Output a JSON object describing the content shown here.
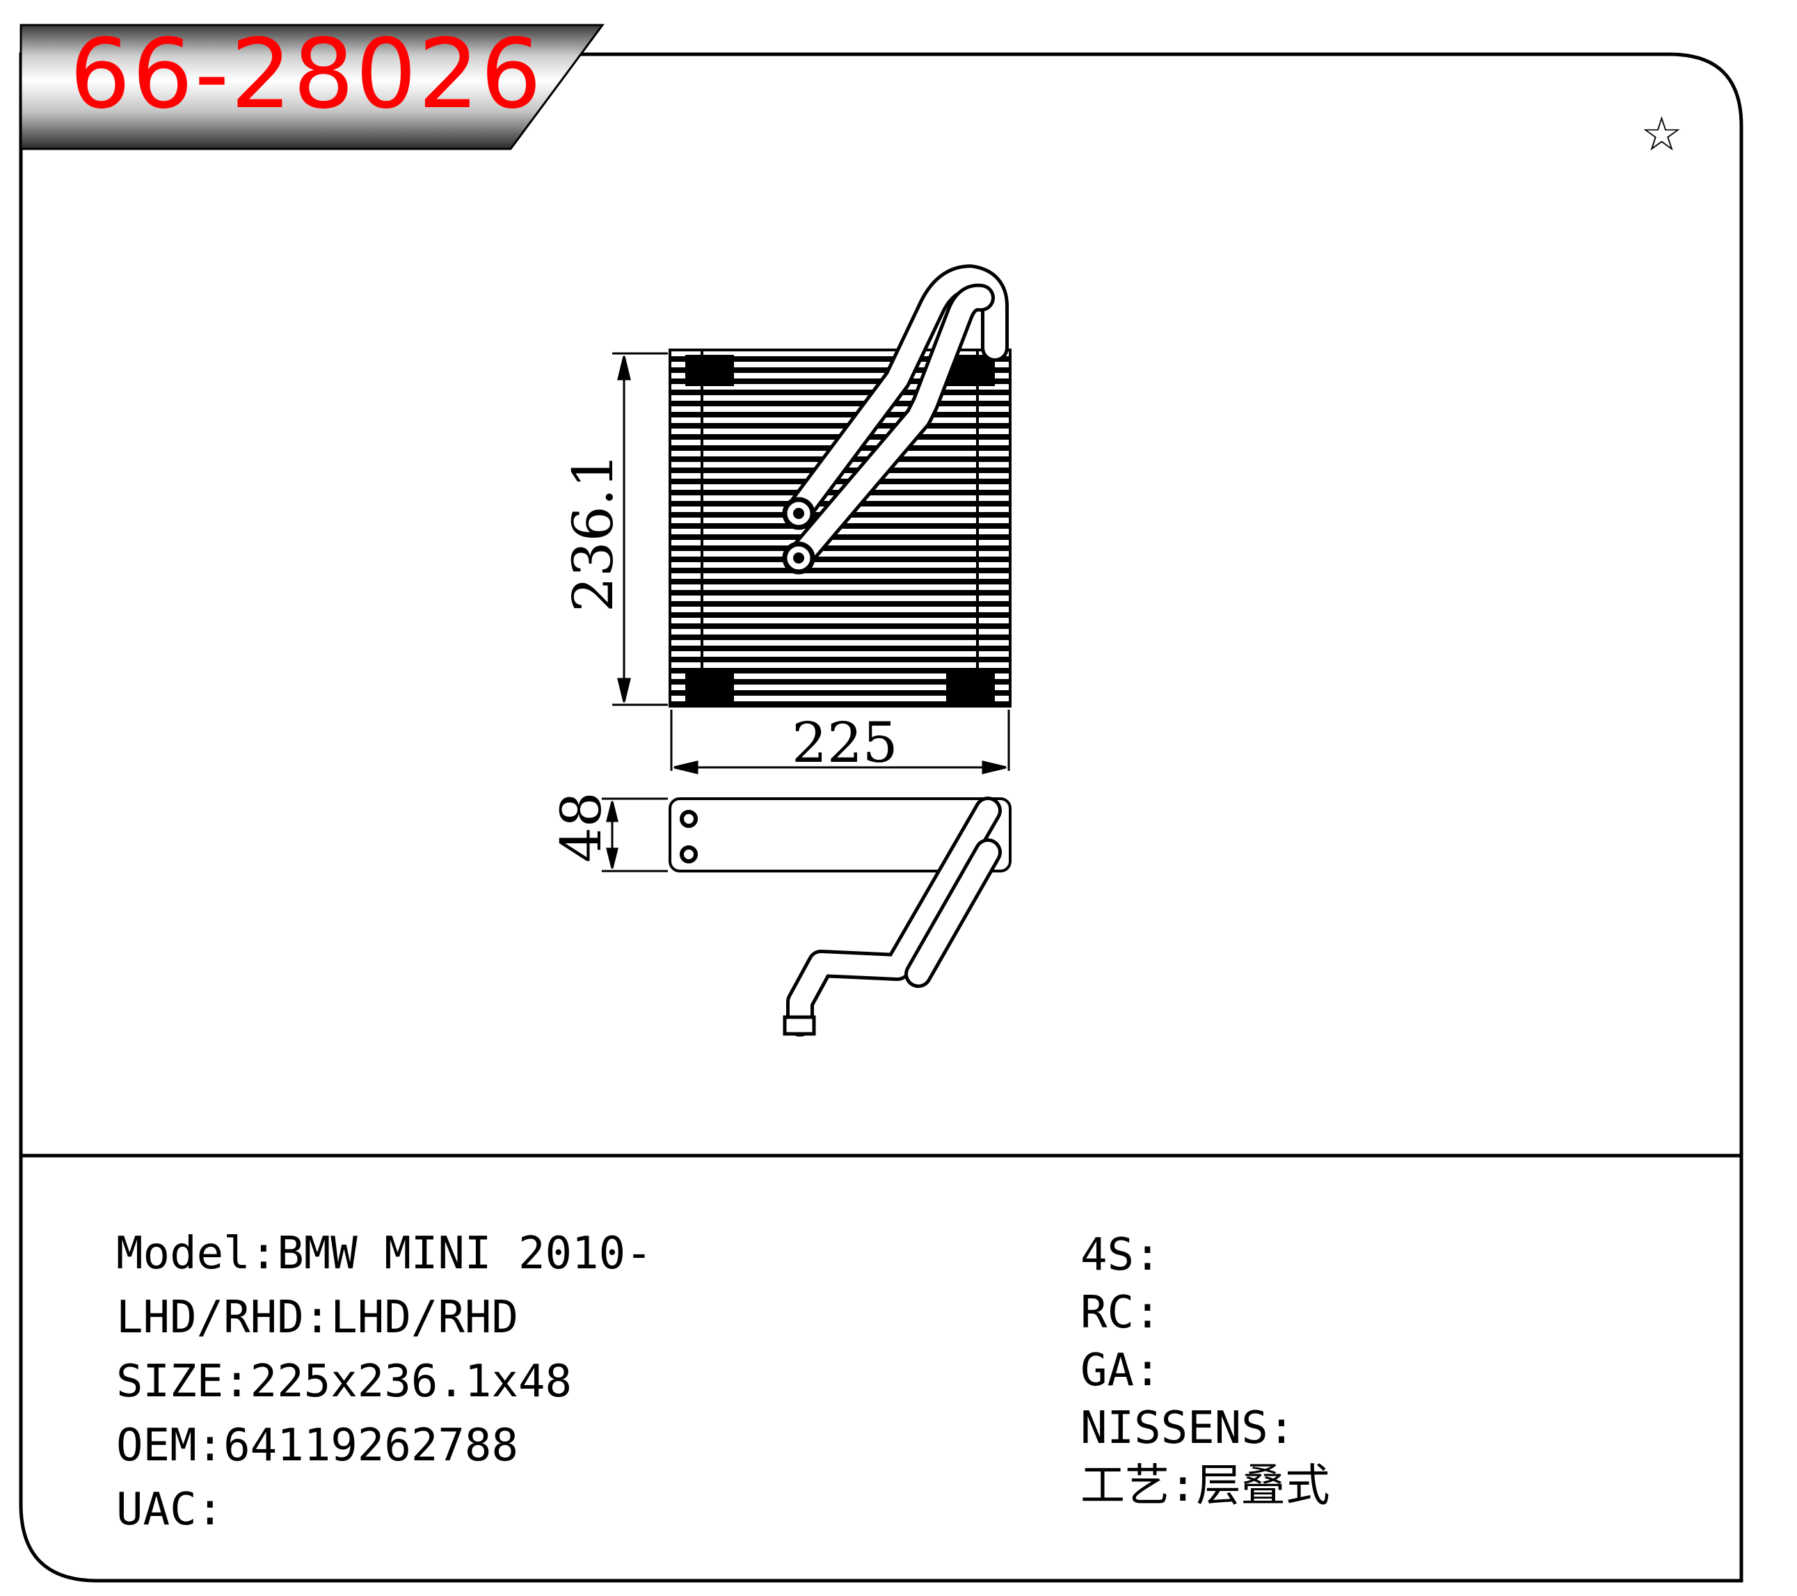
{
  "part_number": "66-28026",
  "title_color": "#ff0000",
  "star_icon": "☆",
  "dimensions": {
    "width": "225",
    "height": "236.1",
    "depth": "48"
  },
  "info_left": [
    {
      "label": "Model",
      "value": "BMW MINI 2010-"
    },
    {
      "label": "LHD/RHD",
      "value": "LHD/RHD"
    },
    {
      "label": "SIZE",
      "value": "225x236.1x48"
    },
    {
      "label": "OEM",
      "value": "64119262788"
    },
    {
      "label": "UAC",
      "value": ""
    }
  ],
  "info_right": [
    {
      "label": "4S",
      "value": ""
    },
    {
      "label": "RC",
      "value": ""
    },
    {
      "label": "GA",
      "value": ""
    },
    {
      "label": "NISSENS",
      "value": ""
    },
    {
      "label": "工艺",
      "value": "层叠式"
    }
  ]
}
